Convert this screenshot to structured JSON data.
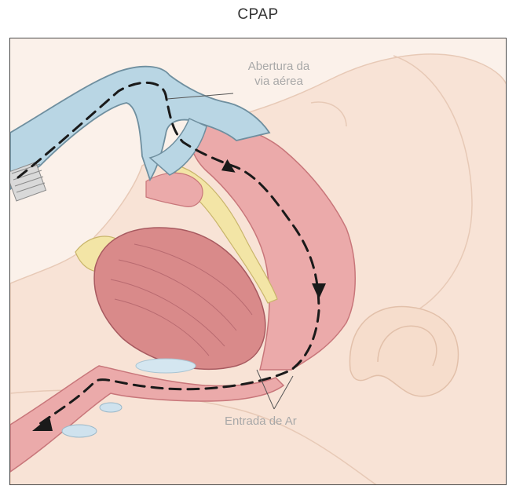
{
  "figure": {
    "title": "CPAP",
    "labels": {
      "airway_opening_line1": "Abertura da",
      "airway_opening_line2": "via aérea",
      "air_entry": "Entrada de Ar"
    },
    "colors": {
      "skin": "#f8e3d6",
      "skin_outline": "#e7c9b6",
      "tissue": "#ebaaaa",
      "tissue_dark": "#c8767a",
      "muscle": "#d98a8a",
      "bone": "#f3e5a6",
      "tube": "#b9d6e4",
      "tube_outline": "#6f8f9f",
      "airflow": "#1a1a1a",
      "label_text": "#a8a8a8"
    }
  }
}
